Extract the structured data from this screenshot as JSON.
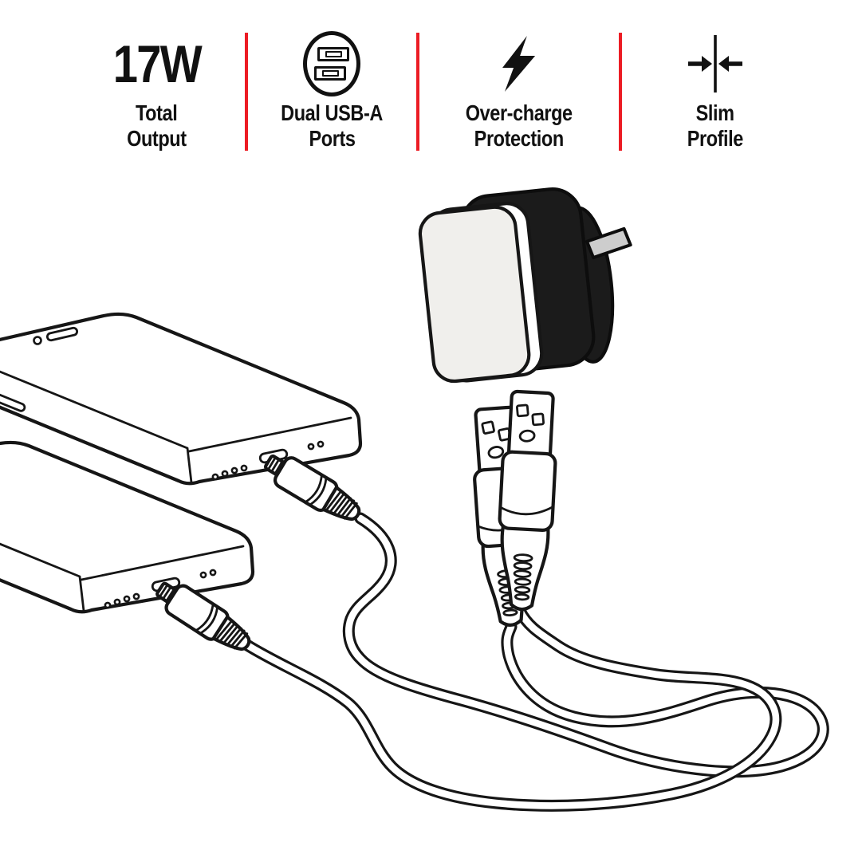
{
  "meta": {
    "background": "#ffffff",
    "ink": "#111111",
    "accent_red": "#ec1c24",
    "charger_body_color": "#1b1b1b",
    "charger_face_color": "#f0efec",
    "plug_pin_color": "#cdcdcd"
  },
  "features": [
    {
      "id": "total-output",
      "value": "17W",
      "label_line1": "Total",
      "label_line2": "Output"
    },
    {
      "id": "dual-usb-a-ports",
      "icon": "dual-usb-a-ports-icon",
      "label_line1": "Dual USB-A",
      "label_line2": "Ports"
    },
    {
      "id": "over-charge-protection",
      "icon": "lightning-bolt-icon",
      "label_line1": "Over-charge",
      "label_line2": "Protection"
    },
    {
      "id": "slim-profile",
      "icon": "slim-profile-arrows-icon",
      "label_line1": "Slim",
      "label_line2": "Profile"
    }
  ],
  "illustration": {
    "alt": "Black and white line illustration of a slim dual-port wall charger with two USB-A to USB-C cables plugged into two smartphones"
  }
}
